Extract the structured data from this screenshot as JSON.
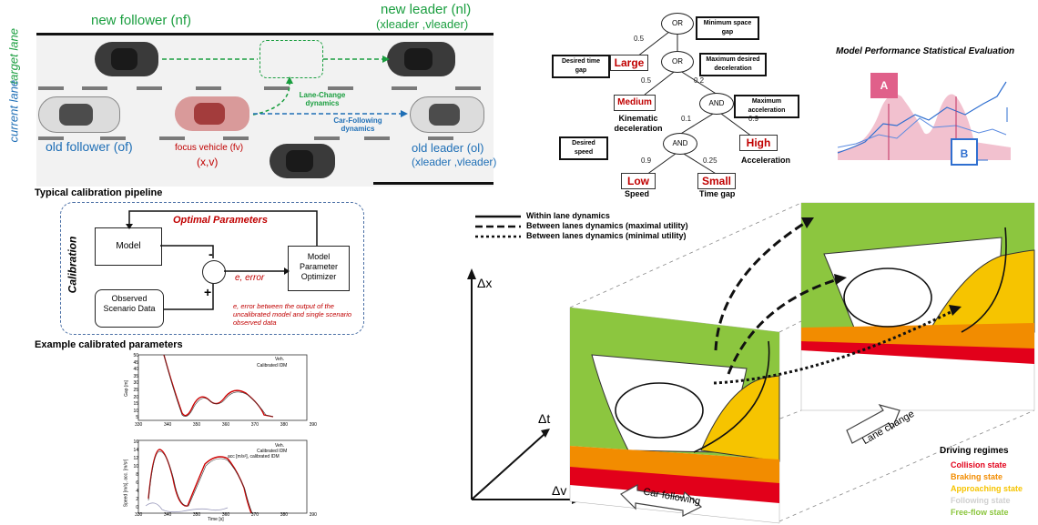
{
  "lane": {
    "target_lane": "target lane",
    "current_lane": "current lane",
    "new_follower": "new follower (nf)",
    "new_leader": "new leader (nl)",
    "new_leader_vars": "(xleader ,vleader)",
    "old_follower": "old follower (of)",
    "old_leader": "old leader (ol)",
    "old_leader_vars": "(xleader ,vleader)",
    "focus_vehicle": "focus vehicle (fv)",
    "focus_vars": "(x,v)",
    "lane_change": "Lane-Change dynamics",
    "car_following": "Car-Following dynamics"
  },
  "pipeline": {
    "heading": "Typical calibration pipeline",
    "vertical": "Calibration",
    "optimal": "Optimal Parameters",
    "model": "Model",
    "observed": "Observed Scenario Data",
    "optimizer": "Model Parameter Optimizer",
    "minus": "-",
    "plus": "+",
    "error_label": "e, error",
    "error_note": "e, error between the output of the uncalibrated model and single scenario observed data"
  },
  "example": {
    "heading": "Example calibrated parameters"
  },
  "plot_top": {
    "ylabel": "Gap [m]",
    "yticks": [
      "50",
      "45",
      "40",
      "35",
      "30",
      "25",
      "20",
      "15",
      "10",
      "5"
    ],
    "xticks": [
      "330",
      "340",
      "350",
      "360",
      "370",
      "380",
      "390"
    ],
    "legend": [
      "Veh.",
      "Calibrated IDM"
    ]
  },
  "plot_bottom": {
    "ylabel": "Speed [m/s], acc. [m/s²]",
    "xlabel": "Time [s]",
    "yticks": [
      "16",
      "14",
      "12",
      "10",
      "8",
      "6",
      "4",
      "2",
      "0"
    ],
    "xticks": [
      "330",
      "340",
      "350",
      "360",
      "370",
      "380",
      "390"
    ],
    "legend": [
      "Veh.",
      "Calibrated IDM",
      "acc [m/s²], calibrated IDM"
    ]
  },
  "tree": {
    "or_top": "OR",
    "or_mid": "OR",
    "and_mid": "AND",
    "and_low": "AND",
    "min_gap": "Minimum space gap",
    "desired_gap": "Desired time gap",
    "max_decel": "Maximum desired deceleration",
    "max_accel": "Maximum acceleration",
    "desired_speed": "Desired speed",
    "large": "Large",
    "medium": "Medium",
    "high": "High",
    "low": "Low",
    "small": "Small",
    "kin_decel": "Kinematic deceleration",
    "acceleration": "Acceleration",
    "speed": "Speed",
    "time_gap": "Time gap",
    "w": [
      "0.5",
      "0.5",
      "0.2",
      "0.1",
      "0.9",
      "0.9",
      "0.25"
    ]
  },
  "perf": {
    "title": "Model Performance Statistical Evaluation",
    "a": "A",
    "b": "B"
  },
  "dyn_legend": [
    "Within lane dynamics",
    "Between lanes dynamics (maximal utility)",
    "Between lanes dynamics (minimal utility)"
  ],
  "axes3d": {
    "dx": "Δx",
    "dt": "Δt",
    "dv": "Δv",
    "car_following": "Car following",
    "lane_change": "Lane change"
  },
  "regimes": {
    "title": "Driving regimes",
    "items": [
      {
        "label": "Collision state",
        "color": "#e2001a"
      },
      {
        "label": "Braking state",
        "color": "#f28c00"
      },
      {
        "label": "Approaching state",
        "color": "#f6c400"
      },
      {
        "label": "Following state",
        "color": "#d0d0d0"
      },
      {
        "label": "Free-flow state",
        "color": "#8cc63f"
      }
    ]
  }
}
